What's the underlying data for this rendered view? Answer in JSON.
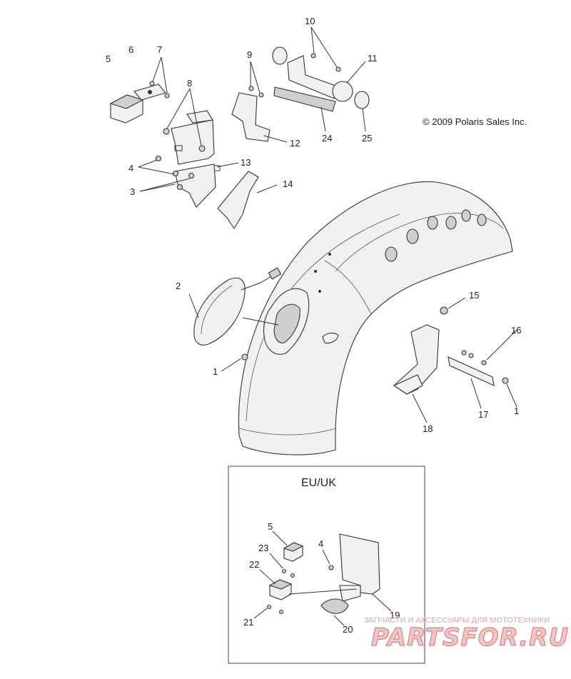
{
  "copyright": "© 2009 Polaris Sales Inc.",
  "inset_title": "EU/UK",
  "watermark_top": "ЗАПЧАСТИ И АКСЕССУАРЫ ДЛЯ МОТОТЕХНИКИ",
  "watermark_brand": "PARTSFOR.RU",
  "callouts": {
    "c1a": "1",
    "c1b": "1",
    "c2": "2",
    "c3": "3",
    "c4": "4",
    "c5": "5",
    "c6": "6",
    "c7": "7",
    "c8": "8",
    "c9": "9",
    "c10": "10",
    "c11": "11",
    "c12": "12",
    "c13": "13",
    "c14": "14",
    "c15": "15",
    "c16": "16",
    "c17": "17",
    "c18": "18",
    "c24": "24",
    "c25": "25",
    "e5": "5",
    "e4": "4",
    "e23": "23",
    "e22": "22",
    "e21": "21",
    "e20": "20",
    "e19": "19"
  }
}
